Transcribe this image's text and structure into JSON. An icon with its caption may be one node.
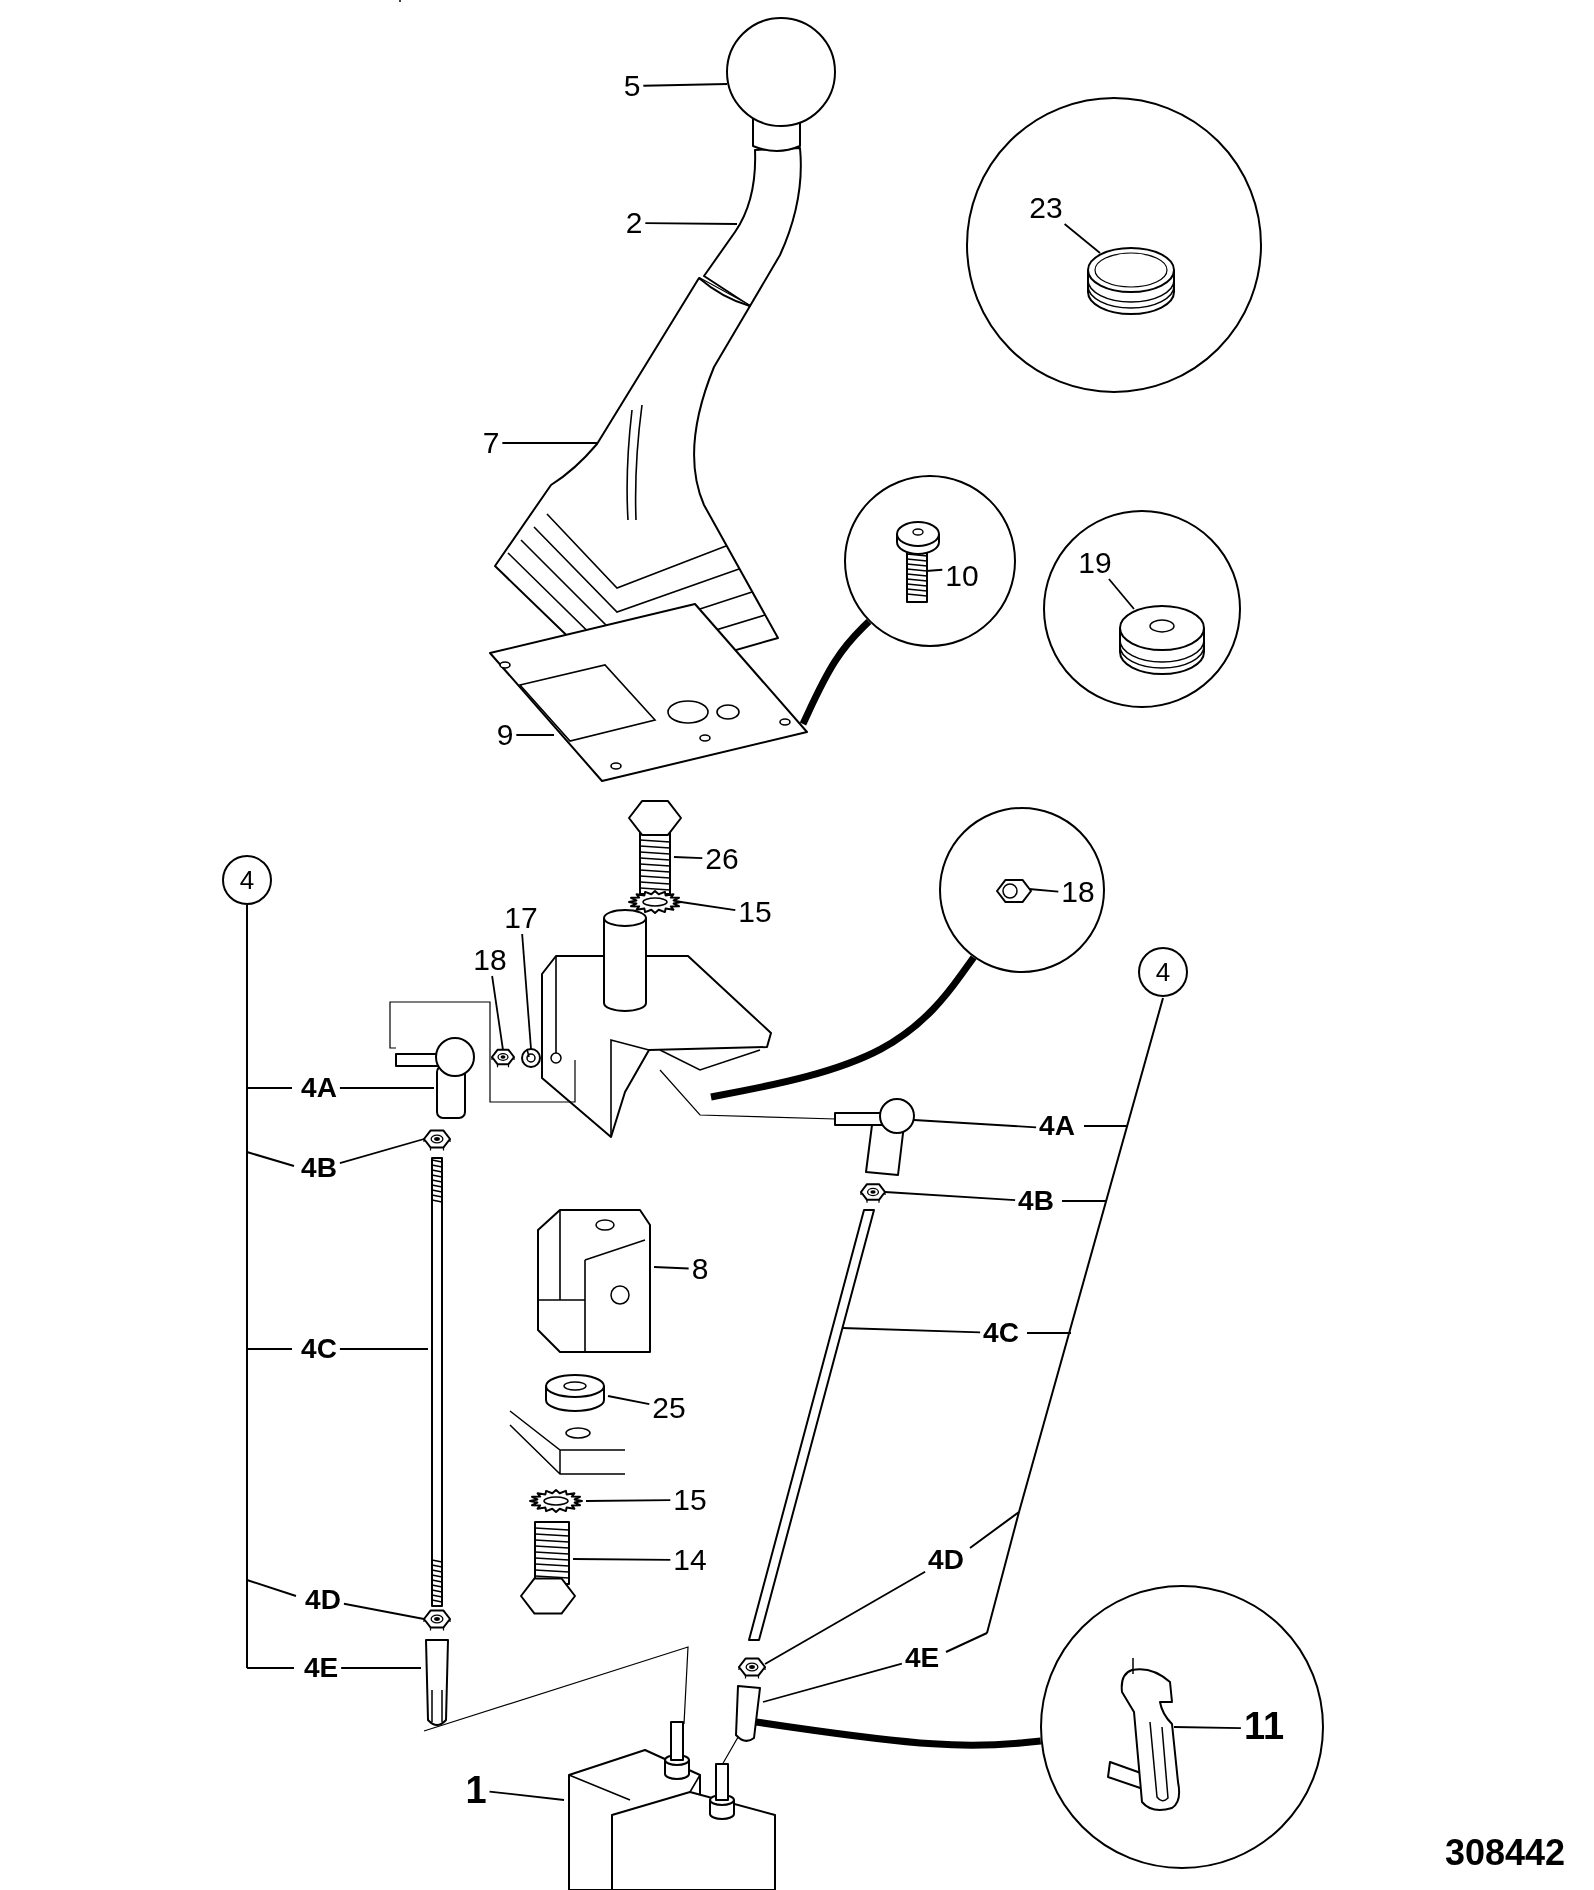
{
  "diagram": {
    "nodes": [
      {
        "text": [
          "5"
        ]
      },
      {
        "text": [
          "2"
        ]
      },
      {
        "text": [
          "7"
        ]
      },
      {
        "text": [],
        "shape": "circle"
      },
      {
        "text": [
          "23"
        ],
        "in": 3
      },
      {
        "text": [],
        "shape": "circle"
      },
      {
        "text": [
          "10"
        ],
        "in": 5
      },
      {
        "text": [],
        "shape": "circle"
      },
      {
        "text": [
          "19"
        ],
        "in": 7
      },
      {
        "text": [
          "9"
        ]
      },
      {
        "text": [
          "4"
        ]
      },
      {
        "text": [
          "26"
        ]
      },
      {
        "text": [
          "15"
        ]
      },
      {
        "text": [],
        "shape": "circle"
      },
      {
        "text": [
          "18"
        ],
        "in": 13
      },
      {
        "text": [
          "17"
        ]
      },
      {
        "text": [
          "18"
        ]
      },
      {
        "text": [
          "4"
        ]
      },
      {
        "text": [
          "4A"
        ]
      },
      {
        "text": [
          "4A"
        ]
      },
      {
        "text": [
          "4B"
        ]
      },
      {
        "text": [
          "4B"
        ]
      },
      {
        "text": [
          "8"
        ]
      },
      {
        "text": [
          "4C"
        ]
      },
      {
        "text": [
          "4C"
        ]
      },
      {
        "text": [
          "25"
        ]
      },
      {
        "text": [
          "15"
        ]
      },
      {
        "text": [
          "14"
        ]
      },
      {
        "text": [
          "4D"
        ]
      },
      {
        "text": [
          "4D"
        ]
      },
      {
        "text": [
          "4E"
        ]
      },
      {
        "text": [
          "4E"
        ]
      },
      {
        "text": [],
        "shape": "circle"
      },
      {
        "text": [
          "11"
        ],
        "in": 32
      },
      {
        "text": [
          "1"
        ]
      },
      {
        "text": [],
        "shape": "picture",
        "in": 3
      },
      {
        "text": [],
        "shape": "picture",
        "in": 5
      },
      {
        "text": [],
        "shape": "picture",
        "in": 7
      },
      {
        "text": [],
        "shape": "picture",
        "in": 13
      },
      {
        "text": [],
        "shape": "picture",
        "in": 32
      },
      {
        "text": [],
        "shape": "picture"
      },
      {
        "text": [],
        "shape": "picture"
      },
      {
        "text": [],
        "shape": "picture"
      },
      {
        "text": [],
        "shape": "picture"
      },
      {
        "text": [],
        "shape": "picture"
      },
      {
        "text": [],
        "shape": "picture"
      },
      {
        "text": [],
        "shape": "picture"
      },
      {
        "text": [],
        "shape": "picture"
      }
    ],
    "edges": [
      {
        "from": 0,
        "to": null,
        "arrow": "none"
      },
      {
        "from": 1,
        "to": null,
        "arrow": "none"
      },
      {
        "from": 2,
        "to": null,
        "arrow": "none"
      },
      {
        "from": 4,
        "to": 35,
        "arrow": "none"
      },
      {
        "from": 5,
        "to": null,
        "arrow": "none",
        "style": "thick"
      },
      {
        "from": 6,
        "to": 36,
        "arrow": "none"
      },
      {
        "from": 8,
        "to": 37,
        "arrow": "none"
      },
      {
        "from": 9,
        "to": null,
        "arrow": "none"
      },
      {
        "from": 11,
        "to": null,
        "arrow": "none"
      },
      {
        "from": 12,
        "to": 40,
        "arrow": "none"
      },
      {
        "from": 13,
        "to": null,
        "arrow": "none",
        "style": "thick"
      },
      {
        "from": 14,
        "to": 38,
        "arrow": "none"
      },
      {
        "from": 15,
        "to": 41,
        "arrow": "none"
      },
      {
        "from": 16,
        "to": 42,
        "arrow": "none"
      },
      {
        "from": 18,
        "to": null,
        "arrow": "none"
      },
      {
        "from": 19,
        "to": 43,
        "arrow": "none"
      },
      {
        "from": 20,
        "to": 44,
        "arrow": "none"
      },
      {
        "from": 21,
        "to": 45,
        "arrow": "none"
      },
      {
        "from": 22,
        "to": null,
        "arrow": "none"
      },
      {
        "from": 23,
        "to": null,
        "arrow": "none"
      },
      {
        "from": 24,
        "to": null,
        "arrow": "none"
      },
      {
        "from": 25,
        "to": null,
        "arrow": "none"
      },
      {
        "from": 26,
        "to": null,
        "arrow": "none"
      },
      {
        "from": 27,
        "to": null,
        "arrow": "none"
      },
      {
        "from": 28,
        "to": 46,
        "arrow": "none"
      },
      {
        "from": 29,
        "to": 47,
        "arrow": "none"
      },
      {
        "from": 30,
        "to": null,
        "arrow": "none"
      },
      {
        "from": 31,
        "to": null,
        "arrow": "none"
      },
      {
        "from": 32,
        "to": null,
        "arrow": "none",
        "style": "thick"
      },
      {
        "from": 33,
        "to": 39,
        "arrow": "none"
      },
      {
        "from": 34,
        "to": null,
        "arrow": "none"
      }
    ],
    "labels": [
      "308442"
    ]
  }
}
